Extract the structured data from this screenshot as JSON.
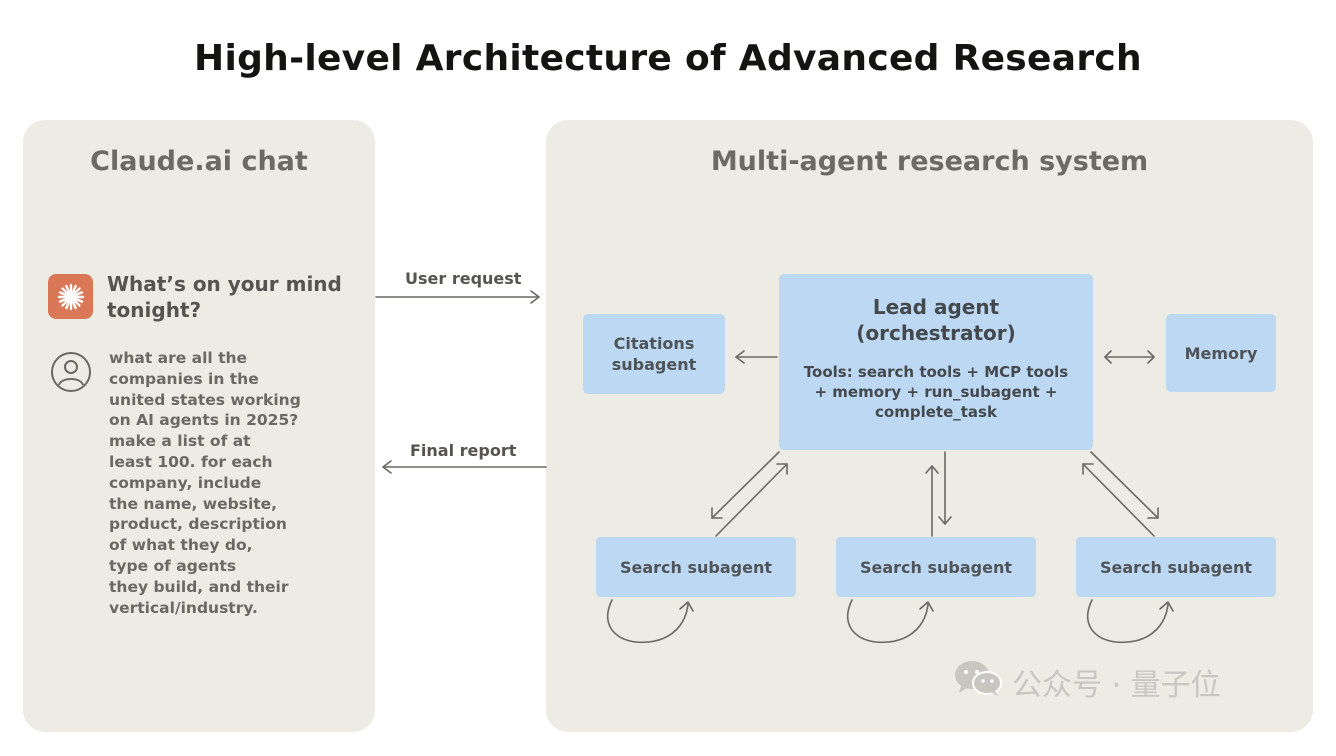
{
  "title": "High-level Architecture of Advanced Research",
  "left_panel": {
    "title": "Claude.ai chat",
    "prompt": "What’s on your mind tonight?",
    "user_message": "what are all the\ncompanies in the\nunited states working\non AI agents in 2025?\nmake a list of at\nleast 100. for each\ncompany, include\nthe name, website,\nproduct, description\nof what they do,\ntype of agents\nthey build, and their\nvertical/industry."
  },
  "flows": {
    "user_request": "User request",
    "final_report": "Final report"
  },
  "right_panel": {
    "title": "Multi-agent research system",
    "lead_agent": {
      "title": "Lead agent\n(orchestrator)",
      "tools": "Tools: search tools + MCP tools\n+ memory + run_subagent +\ncomplete_task"
    },
    "citations": "Citations\nsubagent",
    "memory": "Memory",
    "search_subagents": [
      "Search subagent",
      "Search subagent",
      "Search subagent"
    ]
  },
  "watermark": "公众号 · 量子位",
  "icons": {
    "claude_logo": "claude-starburst-icon",
    "user": "user-avatar-icon",
    "watermark": "wechat-icon"
  },
  "colors": {
    "panel_bg": "#edece4",
    "box_bg": "#bdd8f2",
    "claude_orange": "#d97757"
  }
}
